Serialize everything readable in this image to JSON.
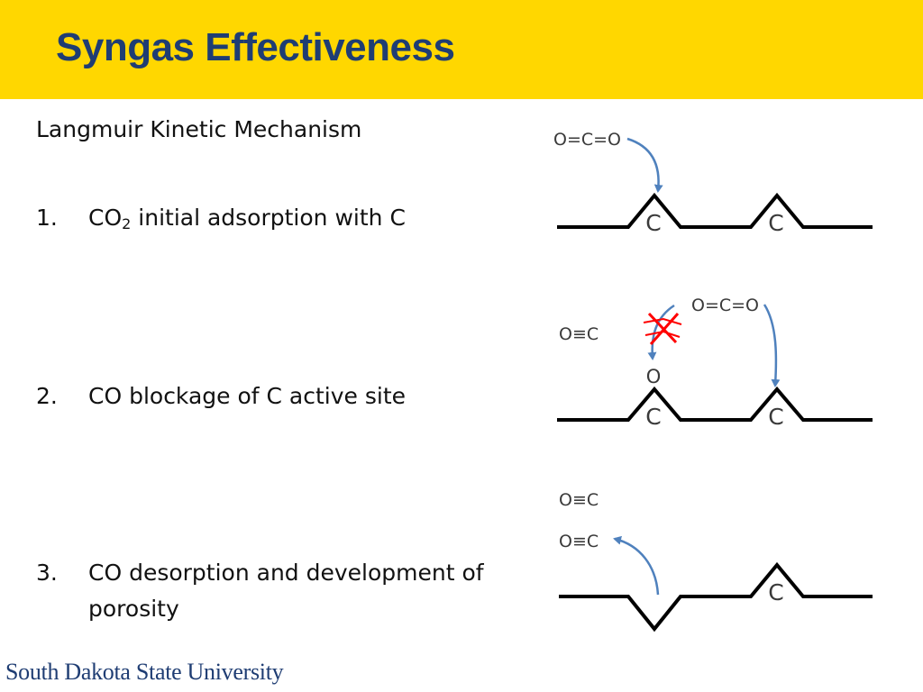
{
  "slide": {
    "title": "Syngas Effectiveness",
    "subtitle": "Langmuir Kinetic Mechanism",
    "steps": [
      {
        "number": "1.",
        "prefix": "CO",
        "subscript": "2",
        "suffix": " initial adsorption with C"
      },
      {
        "number": "2.",
        "text": "CO blockage of C active site"
      },
      {
        "number": "3.",
        "text": "CO desorption and development of porosity"
      }
    ],
    "footer": "South Dakota State University"
  },
  "diagrams": {
    "d1": {
      "molecule": "O=C=O",
      "site1": "C",
      "site2": "C"
    },
    "d2": {
      "co": "O≡C",
      "molecule": "O=C=O",
      "adsorbed": "O",
      "site1": "C",
      "site2": "C"
    },
    "d3": {
      "co_top": "O≡C",
      "co_bottom": "O≡C",
      "site2": "C"
    }
  },
  "colors": {
    "header": "#FFD700",
    "title": "#1F3D73",
    "arrow": "#4F81BD",
    "cross": "#FF0000"
  }
}
